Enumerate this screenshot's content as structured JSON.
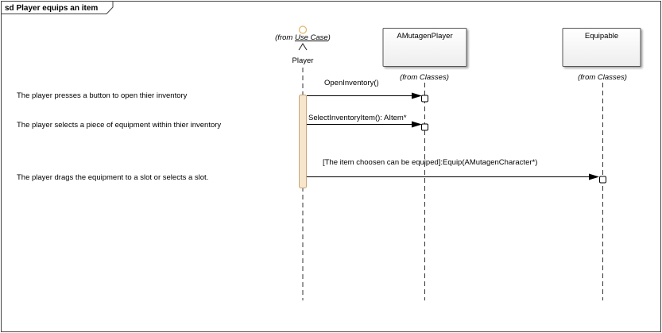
{
  "frame": {
    "title": "sd Player equips an item"
  },
  "lifelines": {
    "player": {
      "stereotype": "(from Use Case)",
      "stereotype_from": "(from ",
      "stereotype_link": "Use Case",
      "stereotype_close": ")",
      "name": "Player"
    },
    "amutagen": {
      "name": "AMutagenPlayer",
      "stereotype": "(from Classes)"
    },
    "equipable": {
      "name": "Equipable",
      "stereotype": "(from Classes)"
    }
  },
  "messages": [
    {
      "label": "OpenInventory()"
    },
    {
      "label": "SelectInventoryItem(): AItem*"
    },
    {
      "label": "[The item choosen can be equiped]:Equip(AMutagenCharacter*)"
    }
  ],
  "notes": [
    "The player presses a button to open thier inventory",
    "The player selects a piece of equipment within thier inventory",
    "The player drags the equipment to a slot or selects a slot."
  ],
  "colors": {
    "frame_border": "#444444",
    "activation_fill": "#f7e6cc",
    "activation_border": "#c9a57a",
    "actor_head": "#e4b567",
    "box_border": "#555555",
    "box_fill_top": "#ffffff",
    "box_fill_bottom": "#efefef"
  }
}
